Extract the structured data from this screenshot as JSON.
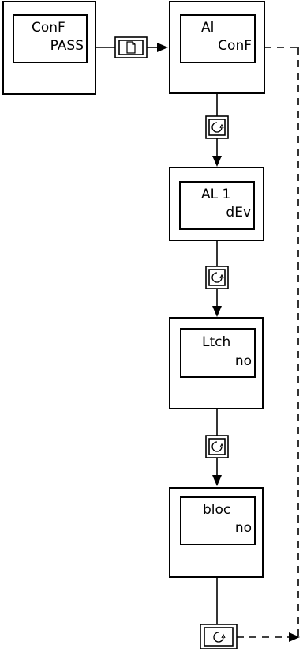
{
  "diagram": {
    "displays": [
      {
        "line1": "ConF",
        "line2": "PASS"
      },
      {
        "line1": "Al",
        "line2": "ConF"
      },
      {
        "line1": "AL 1",
        "line2": "dEv"
      },
      {
        "line1": "Ltch",
        "line2": "no"
      },
      {
        "line1": "bloc",
        "line2": "no"
      }
    ],
    "keys": {
      "page": "page-key-icon",
      "scroll": "scroll-key-icon"
    },
    "colors": {
      "line": "#000000",
      "background": "#ffffff"
    }
  }
}
